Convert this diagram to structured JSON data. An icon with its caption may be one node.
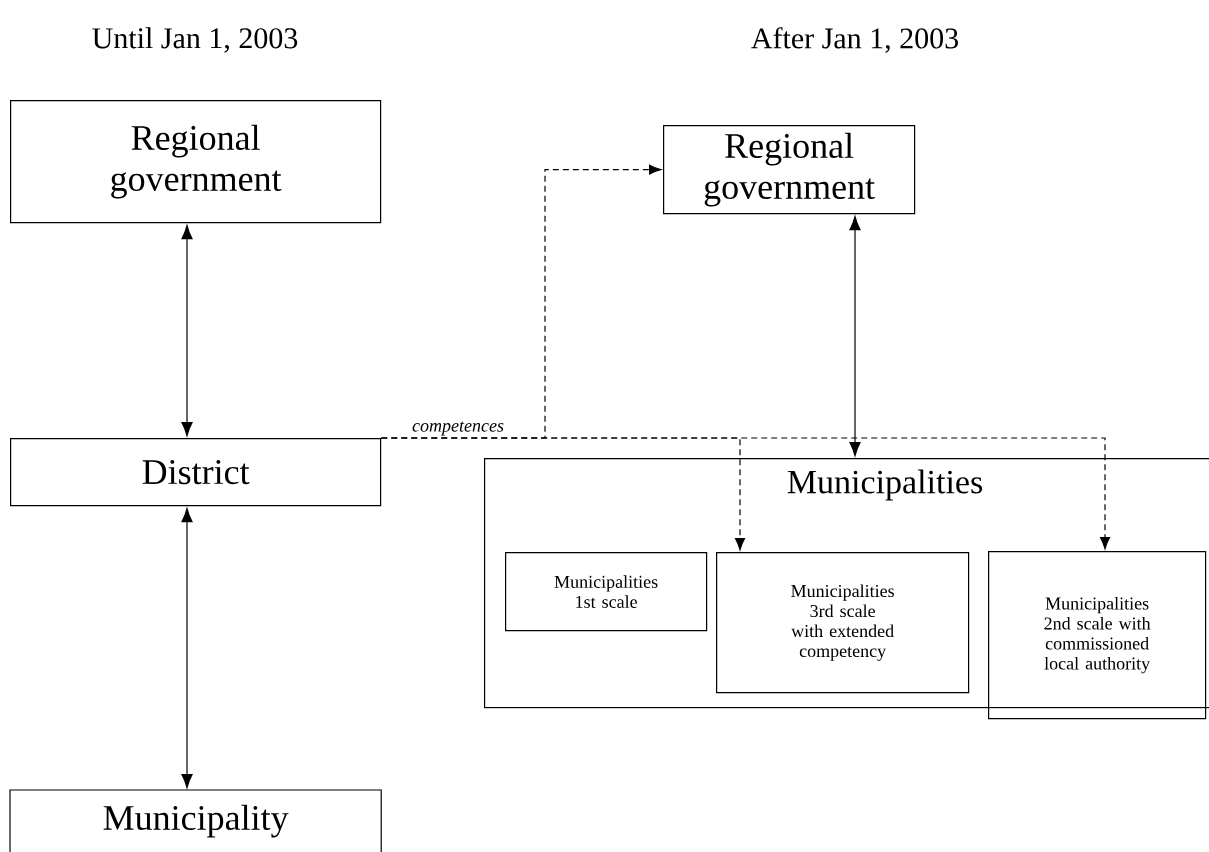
{
  "diagram": {
    "nodes": [
      {
        "text": [
          "Regional government"
        ]
      },
      {
        "text": [
          "District"
        ]
      },
      {
        "text": [
          "Municipality"
        ]
      },
      {
        "text": [
          "Regional government"
        ]
      },
      {
        "text": [
          "Municipalities"
        ]
      },
      {
        "text": [
          "Municipalities 1st scale"
        ],
        "in": 4
      },
      {
        "text": [
          "Municipalities 3rd scale with extended competency"
        ],
        "in": 4
      },
      {
        "text": [
          "Municipalities 2nd scale with commissioned local authority"
        ]
      }
    ],
    "edges": [
      {
        "from": 0,
        "to": 1,
        "arrow": "both"
      },
      {
        "from": 1,
        "to": 2,
        "arrow": "both"
      },
      {
        "from": 3,
        "to": 4,
        "arrow": "both"
      },
      {
        "from": 1,
        "to": 3,
        "arrow": "to",
        "style": "dashed",
        "label": "competences"
      },
      {
        "from": 1,
        "to": 6,
        "arrow": "to",
        "style": "dashed"
      },
      {
        "from": 1,
        "to": 7,
        "arrow": "to",
        "style": "dashed"
      }
    ],
    "labels": [
      "Until Jan 1, 2003",
      "After Jan 1, 2003"
    ]
  }
}
